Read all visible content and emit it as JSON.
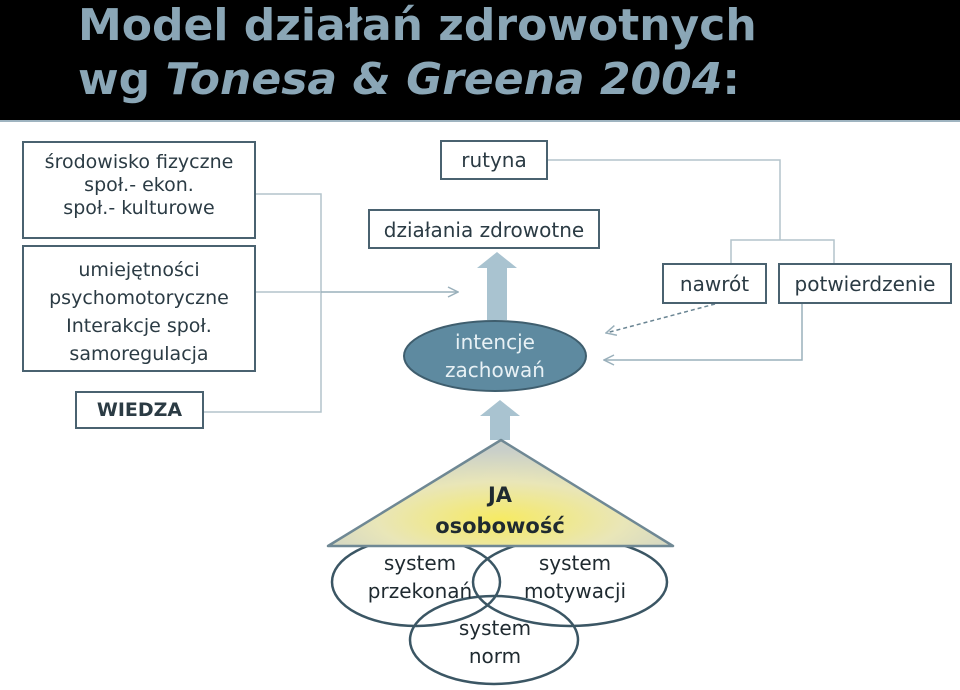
{
  "title": {
    "line1": "Model działań zdrowotnych",
    "line2_prefix": "wg ",
    "line2_italic": "Tonesa & Greena 2004",
    "line2_suffix": ":"
  },
  "left_boxes": {
    "environment": [
      "środowisko fizyczne",
      "społ.- ekon.",
      "społ.- kulturowe"
    ],
    "skills": [
      "umiejętności",
      "psychomotoryczne",
      "Interakcje społ.",
      "samoregulacja"
    ],
    "knowledge": "WIEDZA"
  },
  "center": {
    "routine": "rutyna",
    "health_actions": "działania zdrowotne",
    "intentions": [
      "intencje",
      "zachowań"
    ]
  },
  "right_boxes": {
    "relapse": "nawrót",
    "confirmation": "potwierdzenie"
  },
  "self": {
    "line1": "JA",
    "line2": "osobowość"
  },
  "systems": {
    "beliefs": [
      "system",
      "przekonań"
    ],
    "motivation": [
      "system",
      "motywacji"
    ],
    "norms": [
      "system",
      "norm"
    ]
  },
  "colors": {
    "title_text": "#8aa6b6",
    "box_border": "#4a6270",
    "arrow_fill": "#a9c3d0",
    "ellipse_fill": "#5e8aa0",
    "triangle_center": "#f3e35a"
  }
}
